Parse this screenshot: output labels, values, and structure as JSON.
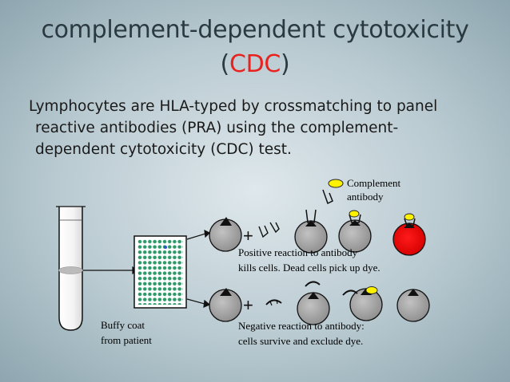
{
  "title": {
    "line1": "complement-dependent cytotoxicity",
    "line2_open": "(",
    "line2_acronym": "CDC",
    "line2_close": ")"
  },
  "description": {
    "line1": "Lymphocytes are HLA-typed by crossmatching to panel",
    "line2": "reactive antibodies (PRA) using the complement-",
    "line3": "dependent cytotoxicity (CDC) test."
  },
  "legend": {
    "complement_line1": "Complement",
    "antibody_line2": "antibody"
  },
  "tube_label": {
    "line1": "Buffy coat",
    "line2": "from patient"
  },
  "positive": {
    "line1": "Positive reaction to antibody",
    "line2": "kills cells. Dead cells pick up dye."
  },
  "negative": {
    "line1": "Negative reaction to antibody:",
    "line2": "cells survive and exclude dye."
  },
  "plus_sign": "+",
  "colors": {
    "title": "#2b3a40",
    "acronym": "#e8221e",
    "complement": "#fff200",
    "dead_cell": "#e30000",
    "cell_gray": "#a6a6a6",
    "plate_dots": "#2e9a6a"
  }
}
